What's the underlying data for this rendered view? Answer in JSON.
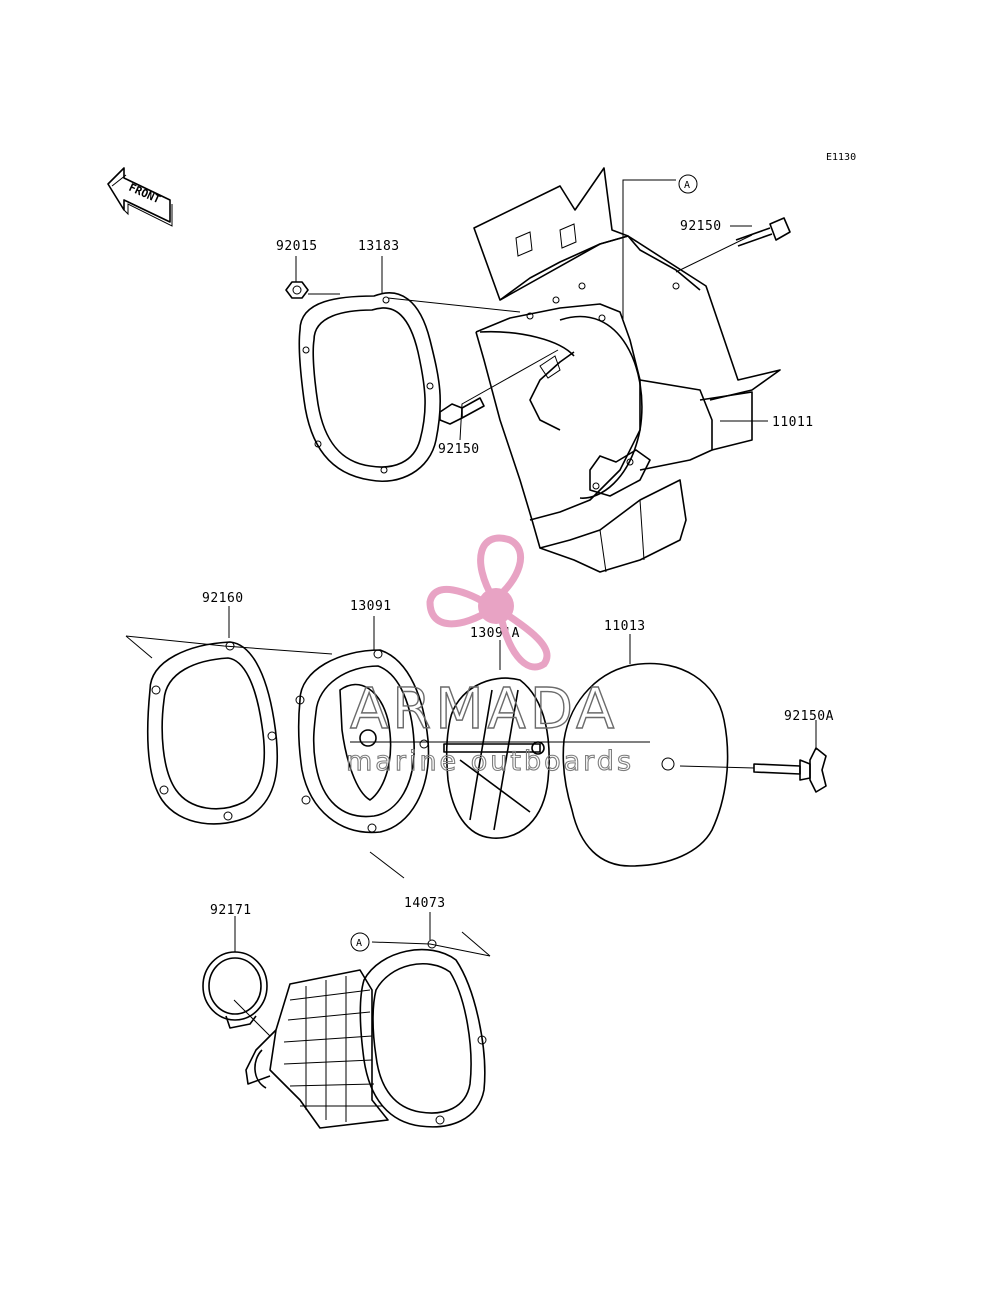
{
  "diagram_code": "E1130",
  "front_label": "FRONT",
  "ref_marker": "A",
  "parts": {
    "p92015": "92015",
    "p13183": "13183",
    "p92150_top": "92150",
    "p92150_mid": "92150",
    "p11011": "11011",
    "p92160": "92160",
    "p13091": "13091",
    "p13091A": "13091A",
    "p11013": "11013",
    "p92150A": "92150A",
    "p92171": "92171",
    "p14073": "14073"
  },
  "watermark": {
    "title": "ARMADA",
    "subtitle": "marine outboards",
    "logo_color": "#e8a3c4"
  }
}
